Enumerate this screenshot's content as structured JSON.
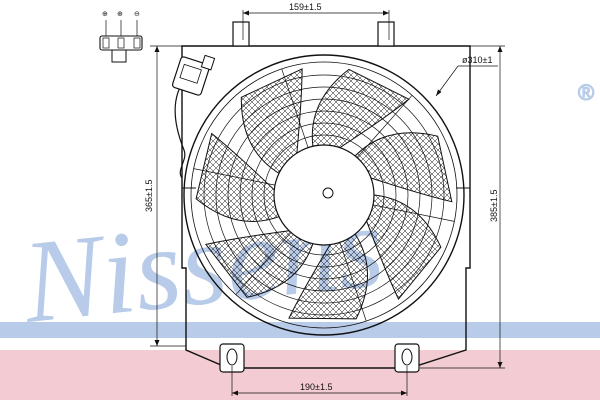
{
  "watermark": {
    "brand": "Nissens",
    "mark": "®",
    "color": "#b8ccea",
    "band_color": "#f3ccd3"
  },
  "dimensions": {
    "top_width": "159±1.5",
    "bottom_width": "190±1.5",
    "left_height": "365±1.5",
    "right_height": "385±1.5",
    "fan_diameter": "ø310±1"
  },
  "connector": {
    "pins": [
      "⊕",
      "⊕",
      "⊖"
    ],
    "pin_labels": [
      "",
      "",
      ""
    ]
  },
  "icons": {
    "connector": "connector-plug-icon",
    "fan": "fan-blade-icon"
  }
}
